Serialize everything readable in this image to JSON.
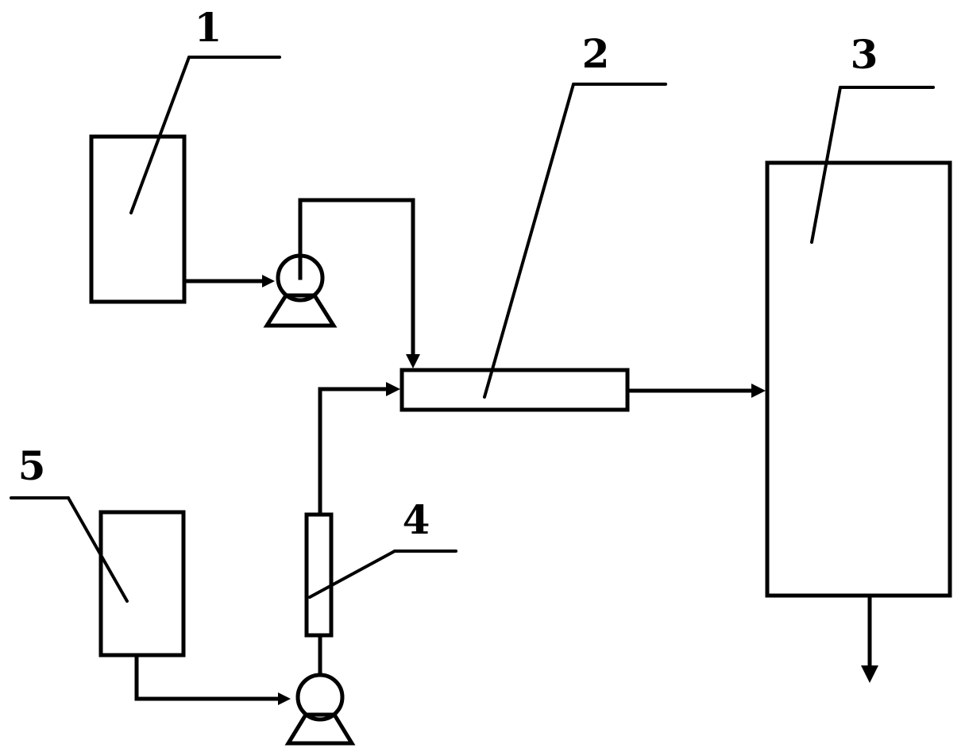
{
  "diagram": {
    "labels": {
      "tank_1": "1",
      "mixer_2": "2",
      "vessel_3": "3",
      "flowmeter_4": "4",
      "tank_5": "5"
    },
    "colors": {
      "line": "#000000",
      "background": "#ffffff"
    }
  }
}
